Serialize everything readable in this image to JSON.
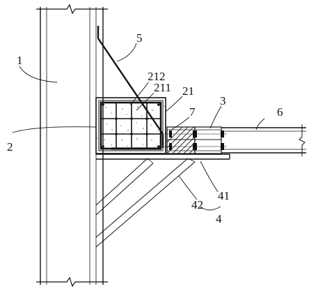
{
  "labels": {
    "l1": "1",
    "l2": "2",
    "l3": "3",
    "l4": "4",
    "l5": "5",
    "l6": "6",
    "l7": "7",
    "l21": "21",
    "l41": "41",
    "l42": "42",
    "l211": "211",
    "l212": "212"
  },
  "colors": {
    "line": "#111111",
    "fill": "#ffffff"
  }
}
